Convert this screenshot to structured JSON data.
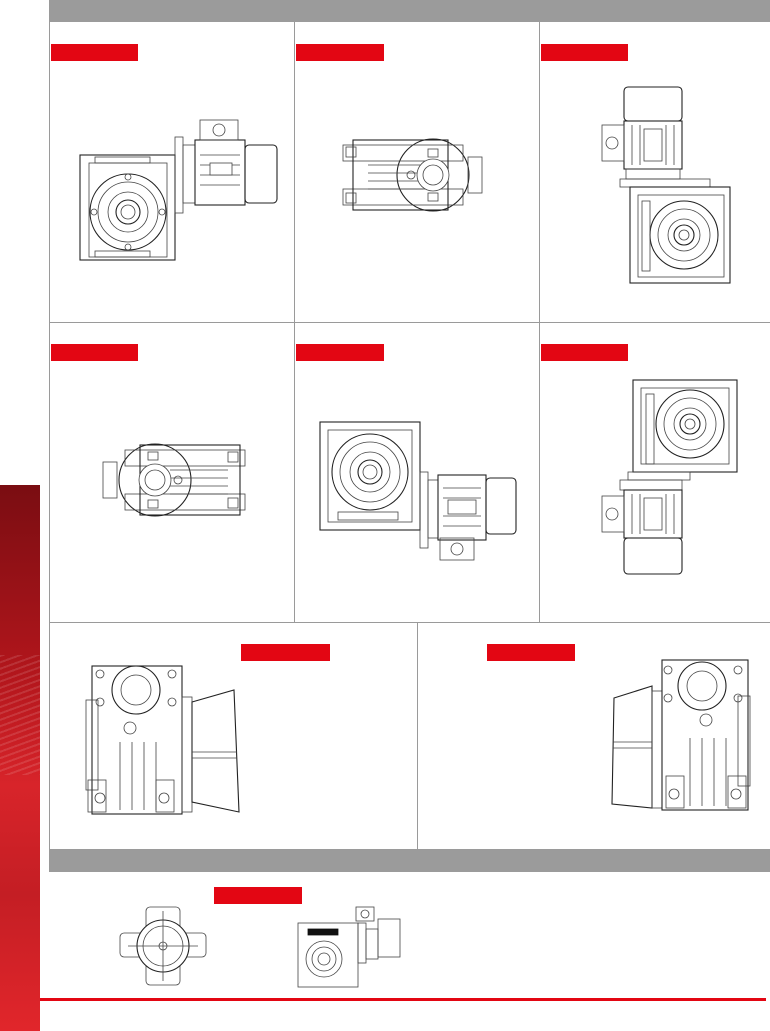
{
  "page": {
    "top_band_label": "",
    "bottom_band_label": ""
  },
  "mounting_positions": [
    {
      "id": "cell-1",
      "label": ""
    },
    {
      "id": "cell-2",
      "label": ""
    },
    {
      "id": "cell-3",
      "label": ""
    },
    {
      "id": "cell-4",
      "label": ""
    },
    {
      "id": "cell-5",
      "label": ""
    },
    {
      "id": "cell-6",
      "label": ""
    },
    {
      "id": "cell-7",
      "label": ""
    },
    {
      "id": "cell-8",
      "label": ""
    }
  ],
  "bottom_section": {
    "label": ""
  },
  "colors": {
    "accent": "#e30613",
    "band": "#9b9b9b",
    "line": "#444444"
  }
}
